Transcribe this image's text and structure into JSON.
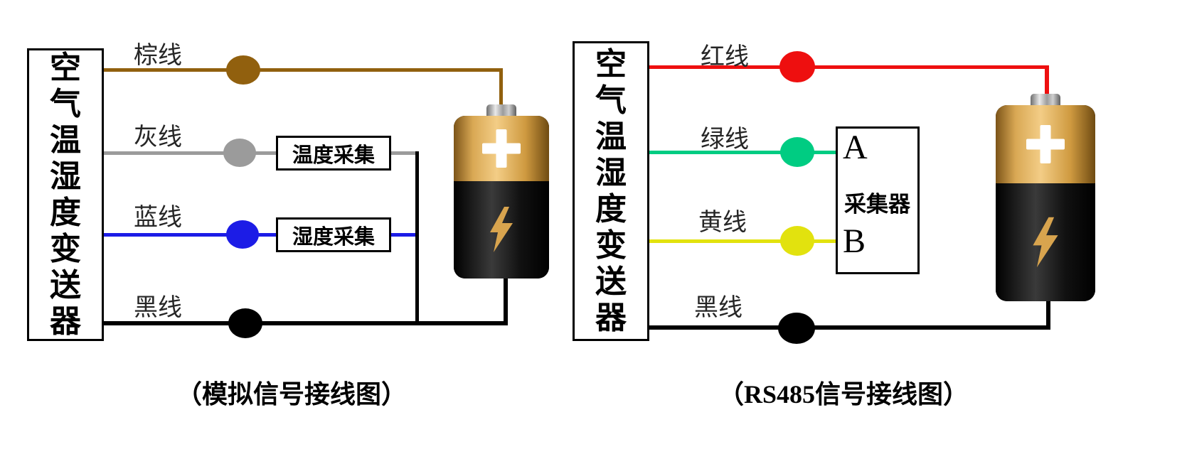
{
  "left": {
    "transmitter_label": "空气温湿度变送器",
    "caption": "（模拟信号接线图）",
    "wires": {
      "brown": {
        "label": "棕线",
        "color": "#91600e"
      },
      "gray": {
        "label": "灰线",
        "color": "#9b9b9b"
      },
      "blue": {
        "label": "蓝线",
        "color": "#1c1ce6"
      },
      "black": {
        "label": "黑线",
        "color": "#000000"
      }
    },
    "temp_collect_label": "温度采集",
    "humidity_collect_label": "湿度采集"
  },
  "right": {
    "transmitter_label": "空气温湿度变送器",
    "caption": "（RS485信号接线图）",
    "wires": {
      "red": {
        "label": "红线",
        "color": "#ee0f0f"
      },
      "green": {
        "label": "绿线",
        "color": "#00cc82"
      },
      "yellow": {
        "label": "黄线",
        "color": "#e2e20e"
      },
      "black": {
        "label": "黑线",
        "color": "#000000"
      }
    },
    "collector": {
      "terminal_a": "A",
      "label": "采集器",
      "terminal_b": "B"
    }
  },
  "icons": {
    "battery_positive": "plus-icon",
    "battery_negative": "lightning-bolt-icon"
  }
}
